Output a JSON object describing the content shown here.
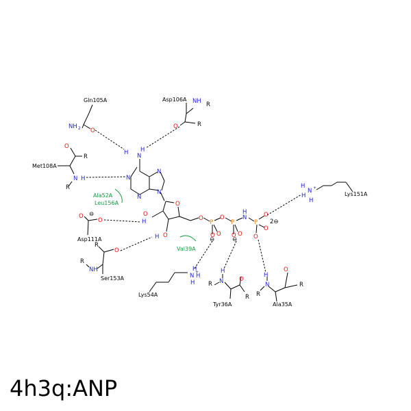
{
  "caption": "4h3q:ANP",
  "residues": {
    "gln105": "Gln105A",
    "asp106": "Asp106A",
    "met108": "Met108A",
    "ala52": "Ala52A",
    "leu156": "Leu156A",
    "asp111": "Asp111A",
    "ser153": "Ser153A",
    "val39": "Val39A",
    "lys54": "Lys54A",
    "tyr36": "Tyr36A",
    "ala35": "Ala35A",
    "lys151": "Lys151A"
  },
  "atoms": {
    "N": "N",
    "NH": "NH",
    "H": "H",
    "O": "O",
    "P": "P",
    "R": "R",
    "HO": "HO",
    "OH": "OH",
    "NH2": "NH",
    "two": "2",
    "charge_minus": "⊖",
    "charge_plus": "+",
    "charge_2minus": "2⊖"
  }
}
